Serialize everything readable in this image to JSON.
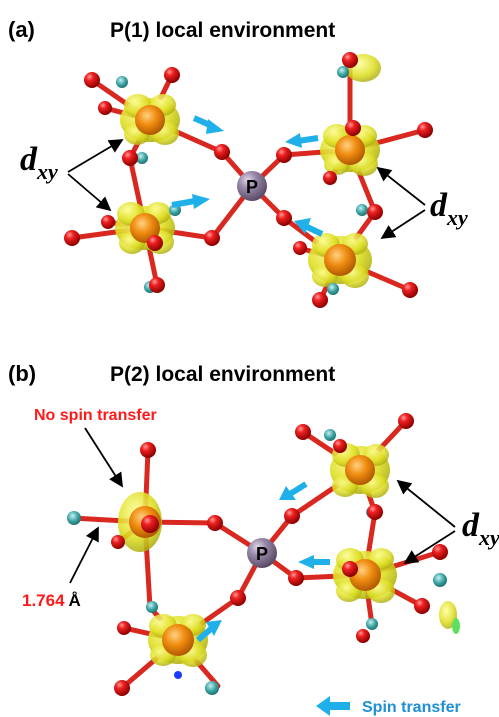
{
  "panel_a": {
    "label": "(a)",
    "title": "P(1) local environment",
    "center_atom": "P",
    "orbital_label_main": "d",
    "orbital_label_sub": "xy"
  },
  "panel_b": {
    "label": "(b)",
    "title": "P(2) local environment",
    "center_atom": "P",
    "orbital_label_main": "d",
    "orbital_label_sub": "xy",
    "no_spin_note": "No spin transfer",
    "distance_value": "1.764",
    "distance_unit": "Å"
  },
  "legend": {
    "spin_transfer": "Spin transfer"
  },
  "colors": {
    "oxygen": "#e8141b",
    "bond": "#d9281f",
    "metal": "#f0a21a",
    "spin_density": "#e3e31e",
    "phosphorus": "#8a7a99",
    "teal_lobe": "#3aa3a3",
    "arrow_blue": "#1fb0ea",
    "label_red": "#ff1a1a"
  }
}
